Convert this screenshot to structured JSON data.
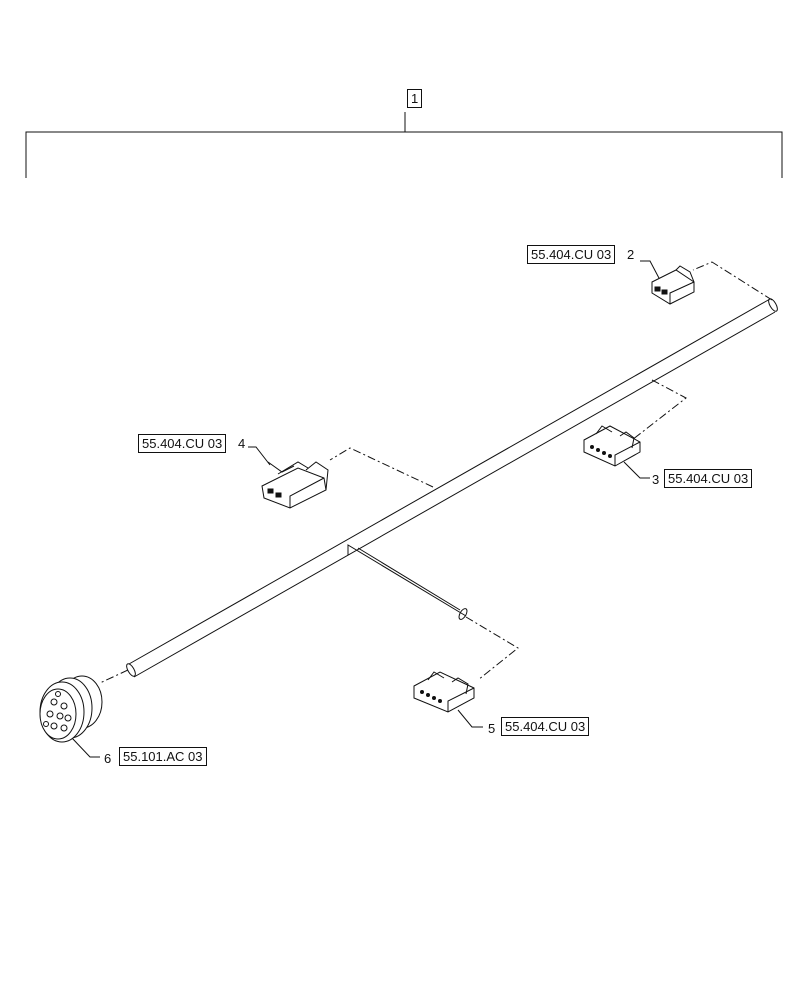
{
  "callouts": {
    "assembly_number": "1",
    "items": [
      {
        "number": "2",
        "reference": "55.404.CU 03"
      },
      {
        "number": "3",
        "reference": "55.404.CU 03"
      },
      {
        "number": "4",
        "reference": "55.404.CU 03"
      },
      {
        "number": "5",
        "reference": "55.404.CU 03"
      },
      {
        "number": "6",
        "reference": "55.101.AC 03"
      }
    ]
  },
  "colors": {
    "line": "#111111",
    "background": "#ffffff"
  }
}
